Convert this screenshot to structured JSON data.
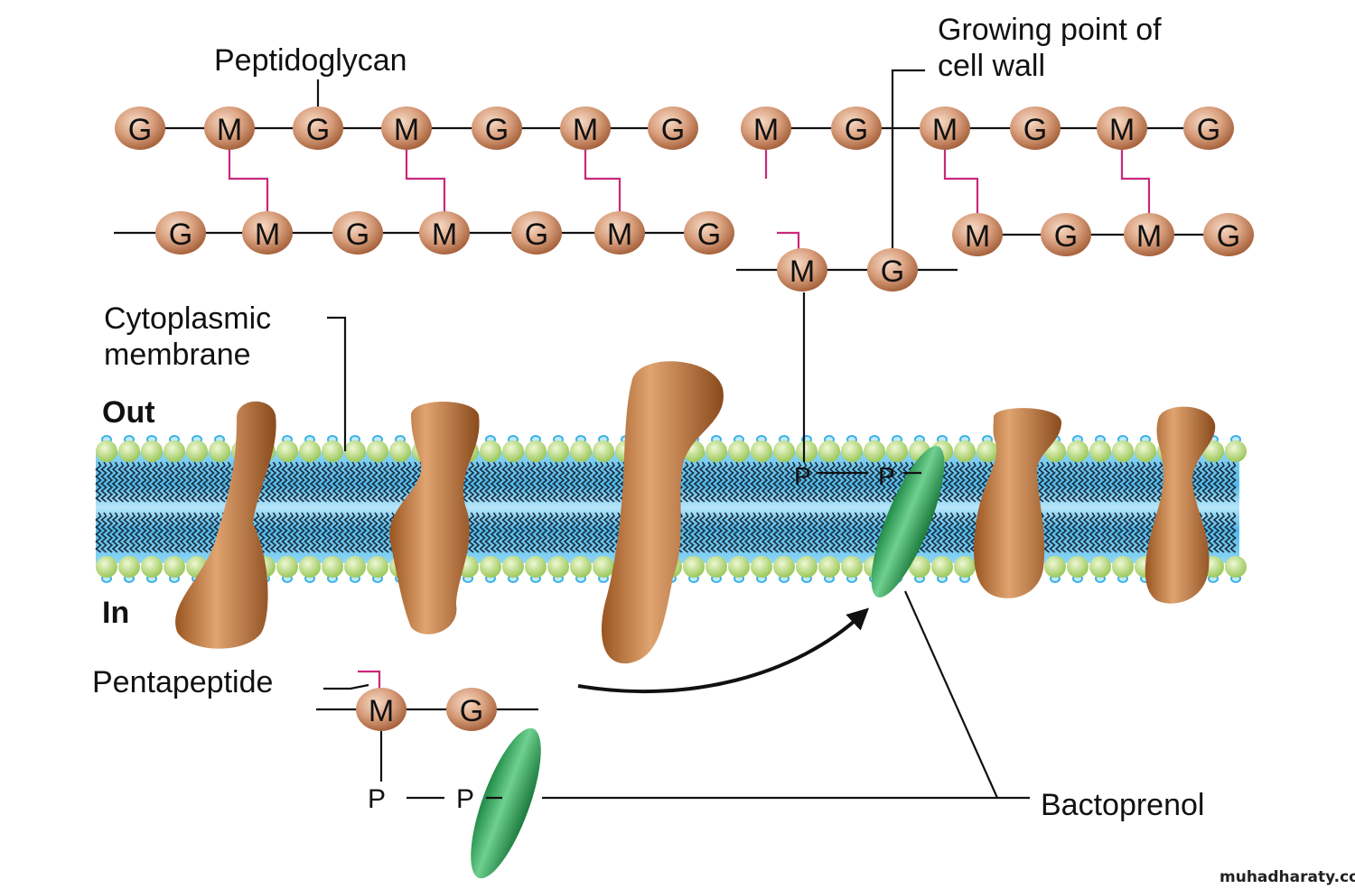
{
  "labels": {
    "peptidoglycan": "Peptidoglycan",
    "growing_point_line1": "Growing point of",
    "growing_point_line2": "cell wall",
    "cytoplasmic_line1": "Cytoplasmic",
    "cytoplasmic_line2": "membrane",
    "out": "Out",
    "in": "In",
    "pentapeptide": "Pentapeptide",
    "bactoprenol": "Bactoprenol",
    "phosphate": "P",
    "watermark": "muhadharaty.com"
  },
  "chains": {
    "left_top": [
      "G",
      "M",
      "G",
      "M",
      "G",
      "M",
      "G"
    ],
    "left_bottom": [
      "G",
      "M",
      "G",
      "M",
      "G",
      "M",
      "G"
    ],
    "right_top": [
      "M",
      "G",
      "M",
      "G",
      "M",
      "G"
    ],
    "right_bottom": [
      "M",
      "G",
      "M",
      "G"
    ],
    "inserting_unit": [
      "M",
      "G"
    ],
    "cytoplasmic_unit": [
      "M",
      "G"
    ]
  },
  "colors": {
    "bead": "#d9a07e",
    "crosslink": "#c8287a",
    "protein": "#b36a2e",
    "bactoprenol": "#2e9e55",
    "membrane_core": "#7ccdf0",
    "head_green": "#b9dc7a",
    "head_blue": "#5ec3ea"
  }
}
